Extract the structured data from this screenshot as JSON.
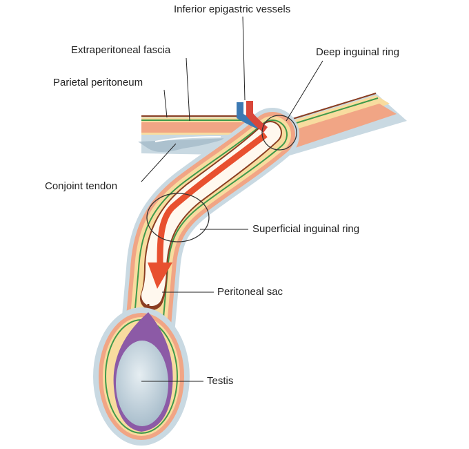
{
  "labels": {
    "inferior_epigastric_vessels": "Inferior epigastric vessels",
    "extraperitoneal_fascia": "Extraperitoneal fascia",
    "deep_inguinal_ring": "Deep inguinal ring",
    "parietal_peritoneum": "Parietal peritoneum",
    "conjoint_tendon": "Conjoint tendon",
    "superficial_inguinal_ring": "Superficial inguinal ring",
    "peritoneal_sac": "Peritoneal sac",
    "testis": "Testis"
  },
  "colors": {
    "outer_layer": "#c9d9e2",
    "muscle_layer": "#f1a585",
    "fascia_layer": "#f8dc9f",
    "green_line": "#3f9a4b",
    "peritoneum_line": "#8a3e22",
    "testis_tunic": "#8c5aa6",
    "testis_body": "#b9ccd8",
    "arrow": "#e8502f",
    "artery": "#d9473a",
    "vein": "#3c79b3"
  }
}
